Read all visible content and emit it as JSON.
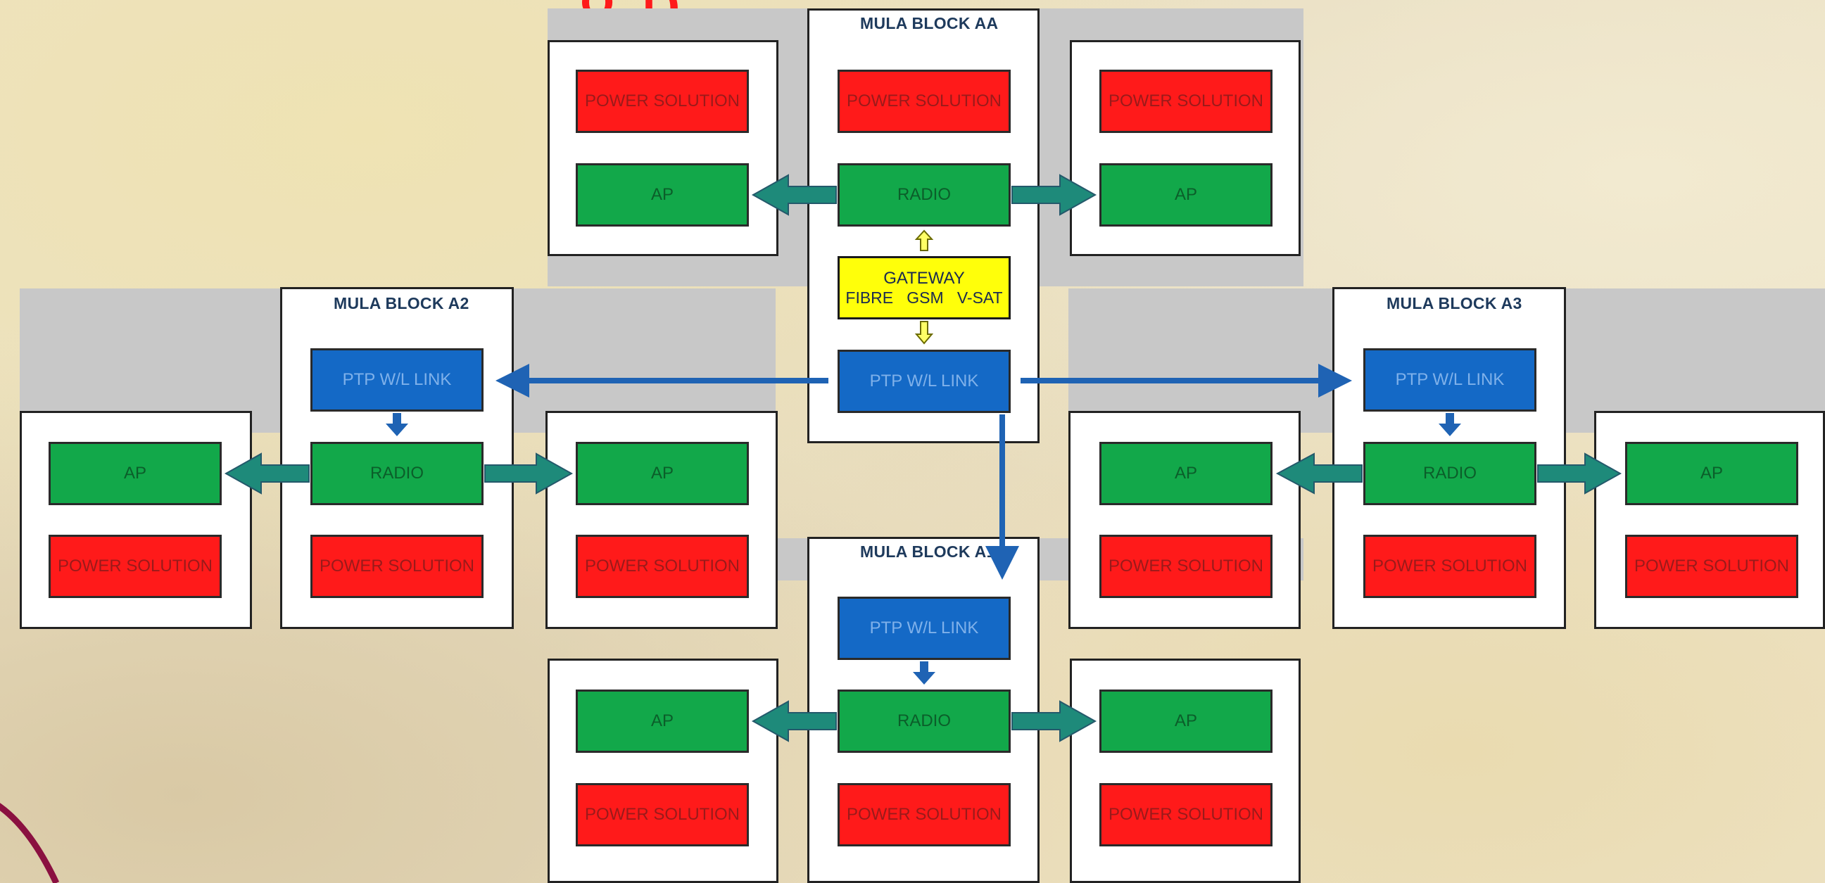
{
  "headline": "g                 p",
  "colors": {
    "power": "#ff1a1a",
    "ap": "#12a84a",
    "radio": "#12a84a",
    "ptp": "#1469c6",
    "gateway": "#ffff0a",
    "arrow_green": "#1e8a7a",
    "arrow_blue": "#1f63b4",
    "swoosh": "#8a1040"
  },
  "blocks": {
    "aa": {
      "title": "MULA BLOCK AA",
      "power": "POWER SOLUTION",
      "radio": "RADIO",
      "ptp": "PTP W/L LINK",
      "gateway": {
        "title": "GATEWAY",
        "options": "FIBRE   GSM   V-SAT"
      },
      "left": {
        "power": "POWER SOLUTION",
        "ap": "AP"
      },
      "right": {
        "power": "POWER SOLUTION",
        "ap": "AP"
      }
    },
    "a2": {
      "title": "MULA BLOCK A2",
      "ptp": "PTP W/L LINK",
      "radio": "RADIO",
      "power": "POWER SOLUTION",
      "left": {
        "ap": "AP",
        "power": "POWER SOLUTION"
      },
      "right": {
        "ap": "AP",
        "power": "POWER SOLUTION"
      }
    },
    "a3": {
      "title": "MULA BLOCK A3",
      "ptp": "PTP W/L LINK",
      "radio": "RADIO",
      "power": "POWER SOLUTION",
      "left": {
        "ap": "AP",
        "power": "POWER SOLUTION"
      },
      "right": {
        "ap": "AP",
        "power": "POWER SOLUTION"
      }
    },
    "a1": {
      "title": "MULA BLOCK A1",
      "ptp": "PTP W/L LINK",
      "radio": "RADIO",
      "power": "POWER SOLUTION",
      "left": {
        "ap": "AP",
        "power": "POWER SOLUTION"
      },
      "right": {
        "ap": "AP",
        "power": "POWER SOLUTION"
      }
    }
  }
}
